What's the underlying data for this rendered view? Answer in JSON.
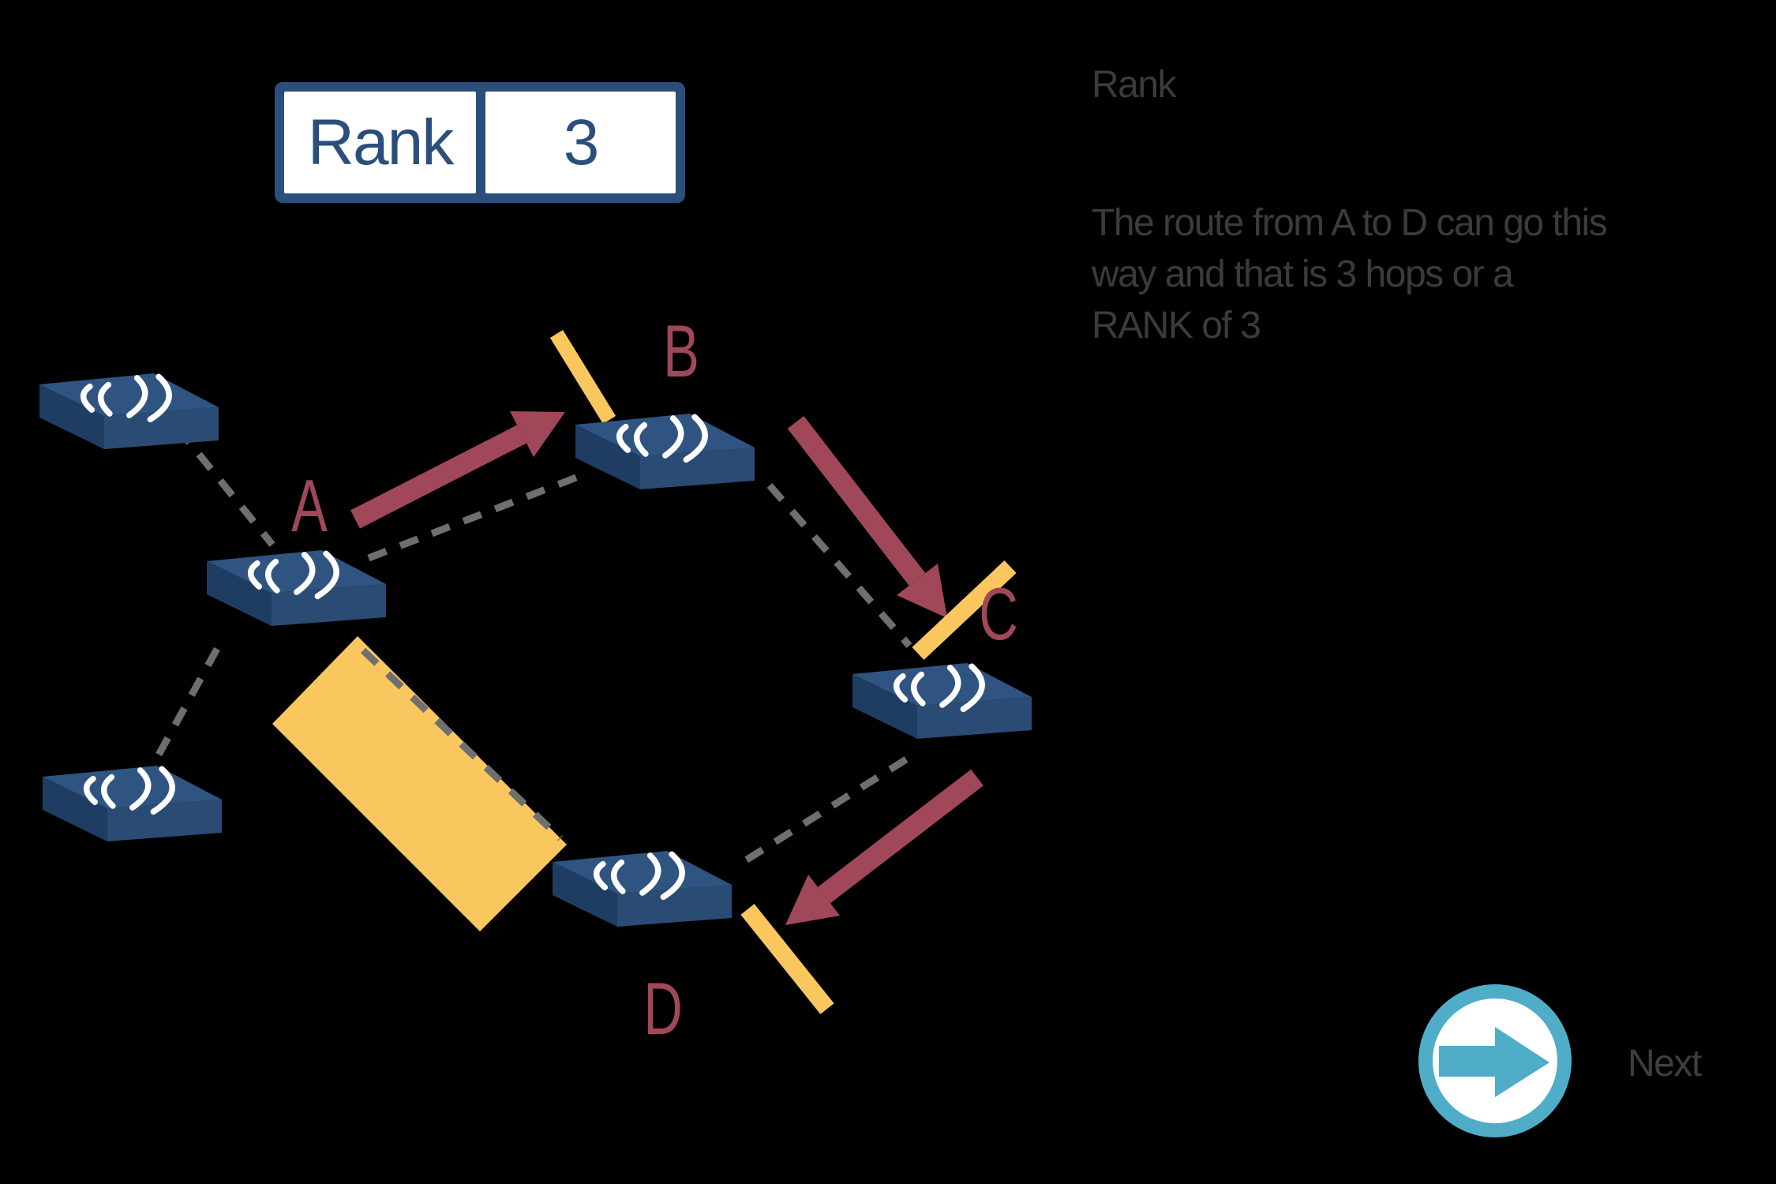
{
  "rank_box": {
    "label": "Rank",
    "value": "3"
  },
  "info_panel": {
    "heading": "Rank",
    "line1": "The route from A to D can go this",
    "line2": "way and that is 3 hops or a",
    "line3": "RANK of 3"
  },
  "diagram": {
    "labels": {
      "a": "A",
      "b": "B",
      "c": "C",
      "d": "D"
    }
  },
  "next_button": {
    "label": "Next"
  },
  "colors": {
    "background": "#000000",
    "navy": "#2B4F7D",
    "node_top_blue": "#2F5481",
    "node_left_blue": "#1F3D62",
    "node_right_blue": "#2A4B73",
    "maroon": "#A0485A",
    "yellow": "#FAC75F",
    "dash_gray": "#6F6F6F",
    "text_gray": "#3B3B3B",
    "teal": "#4FADC7"
  }
}
